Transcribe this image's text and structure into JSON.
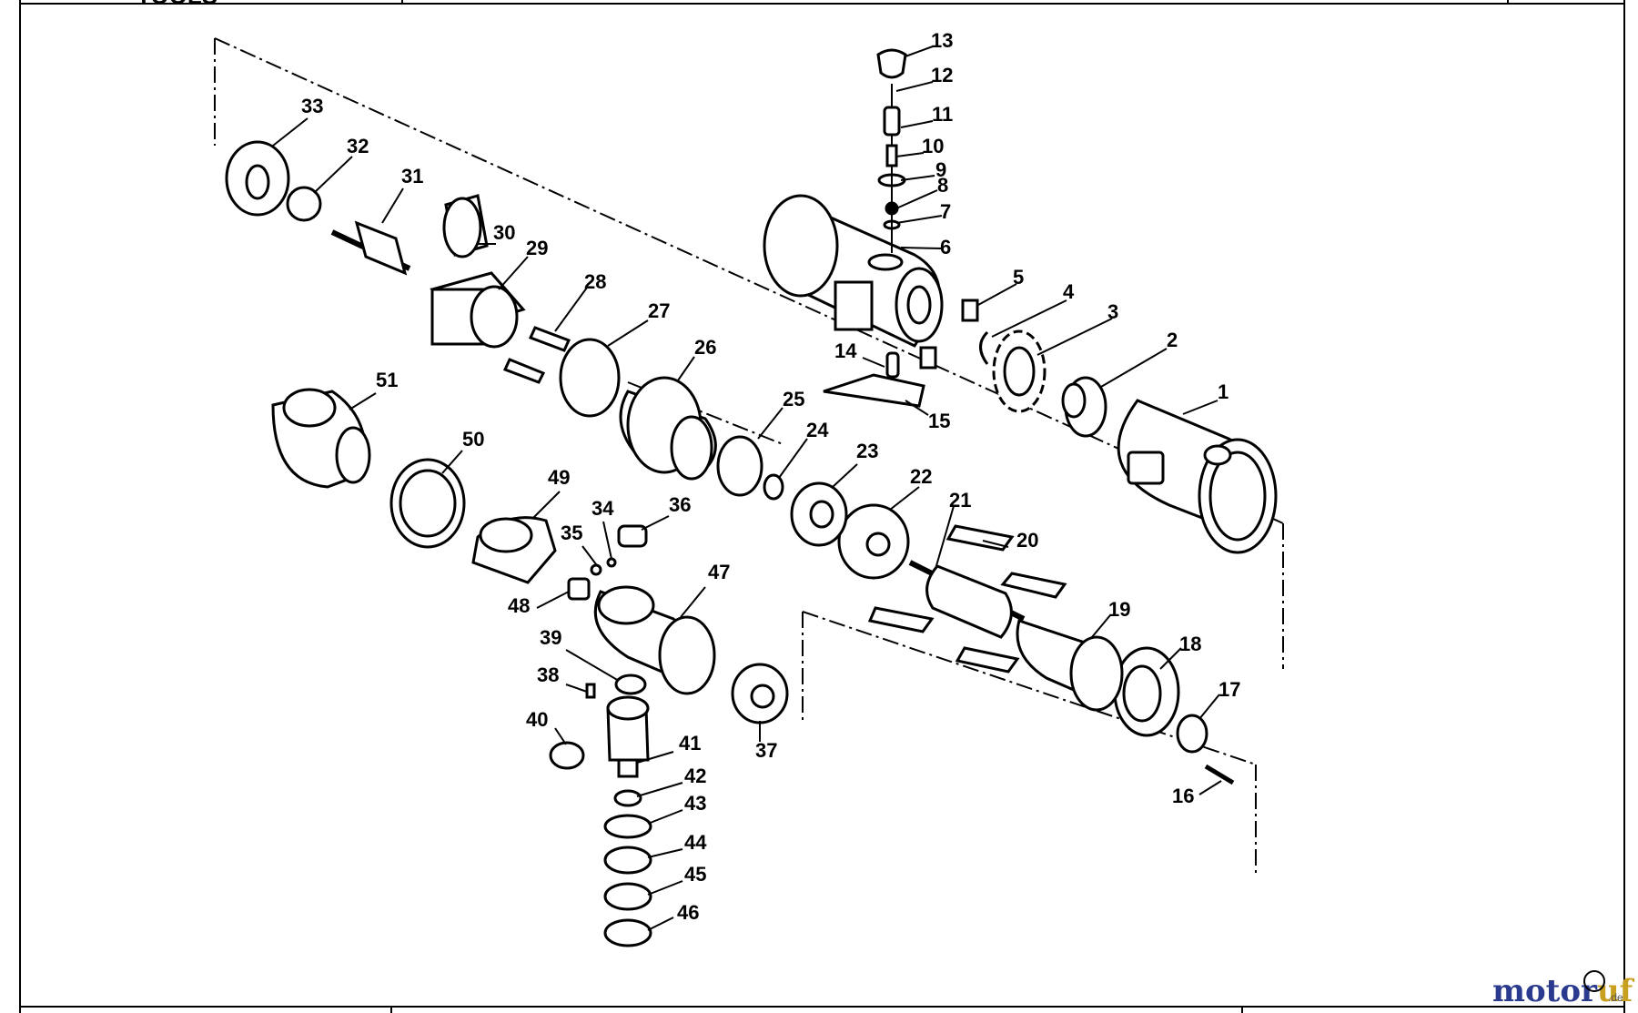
{
  "header": {
    "title_fragment": "TOOLS"
  },
  "footer": {
    "center_text": ""
  },
  "watermark": {
    "brand_main": "motor",
    "brand_accent": "uf",
    "suffix": ".de",
    "main_color": "#2a3a8f",
    "accent_color": "#c8a020"
  },
  "callouts": [
    {
      "id": "1",
      "label": "1"
    },
    {
      "id": "2",
      "label": "2"
    },
    {
      "id": "3",
      "label": "3"
    },
    {
      "id": "4",
      "label": "4"
    },
    {
      "id": "5",
      "label": "5"
    },
    {
      "id": "6",
      "label": "6"
    },
    {
      "id": "7",
      "label": "7"
    },
    {
      "id": "8",
      "label": "8"
    },
    {
      "id": "9",
      "label": "9"
    },
    {
      "id": "10",
      "label": "10"
    },
    {
      "id": "11",
      "label": "11"
    },
    {
      "id": "12",
      "label": "12"
    },
    {
      "id": "13",
      "label": "13"
    },
    {
      "id": "14",
      "label": "14"
    },
    {
      "id": "15",
      "label": "15"
    },
    {
      "id": "16",
      "label": "16"
    },
    {
      "id": "17",
      "label": "17"
    },
    {
      "id": "18",
      "label": "18"
    },
    {
      "id": "19",
      "label": "19"
    },
    {
      "id": "20",
      "label": "20"
    },
    {
      "id": "21",
      "label": "21"
    },
    {
      "id": "22",
      "label": "22"
    },
    {
      "id": "23",
      "label": "23"
    },
    {
      "id": "24",
      "label": "24"
    },
    {
      "id": "25",
      "label": "25"
    },
    {
      "id": "26",
      "label": "26"
    },
    {
      "id": "27",
      "label": "27"
    },
    {
      "id": "28",
      "label": "28"
    },
    {
      "id": "29",
      "label": "29"
    },
    {
      "id": "30",
      "label": "30"
    },
    {
      "id": "31",
      "label": "31"
    },
    {
      "id": "32",
      "label": "32"
    },
    {
      "id": "33",
      "label": "33"
    },
    {
      "id": "34",
      "label": "34"
    },
    {
      "id": "35",
      "label": "35"
    },
    {
      "id": "36",
      "label": "36"
    },
    {
      "id": "37",
      "label": "37"
    },
    {
      "id": "38",
      "label": "38"
    },
    {
      "id": "39",
      "label": "39"
    },
    {
      "id": "40",
      "label": "40"
    },
    {
      "id": "41",
      "label": "41"
    },
    {
      "id": "42",
      "label": "42"
    },
    {
      "id": "43",
      "label": "43"
    },
    {
      "id": "44",
      "label": "44"
    },
    {
      "id": "45",
      "label": "45"
    },
    {
      "id": "46",
      "label": "46"
    },
    {
      "id": "47",
      "label": "47"
    },
    {
      "id": "48",
      "label": "48"
    },
    {
      "id": "49",
      "label": "49"
    },
    {
      "id": "50",
      "label": "50"
    },
    {
      "id": "51",
      "label": "51"
    }
  ]
}
